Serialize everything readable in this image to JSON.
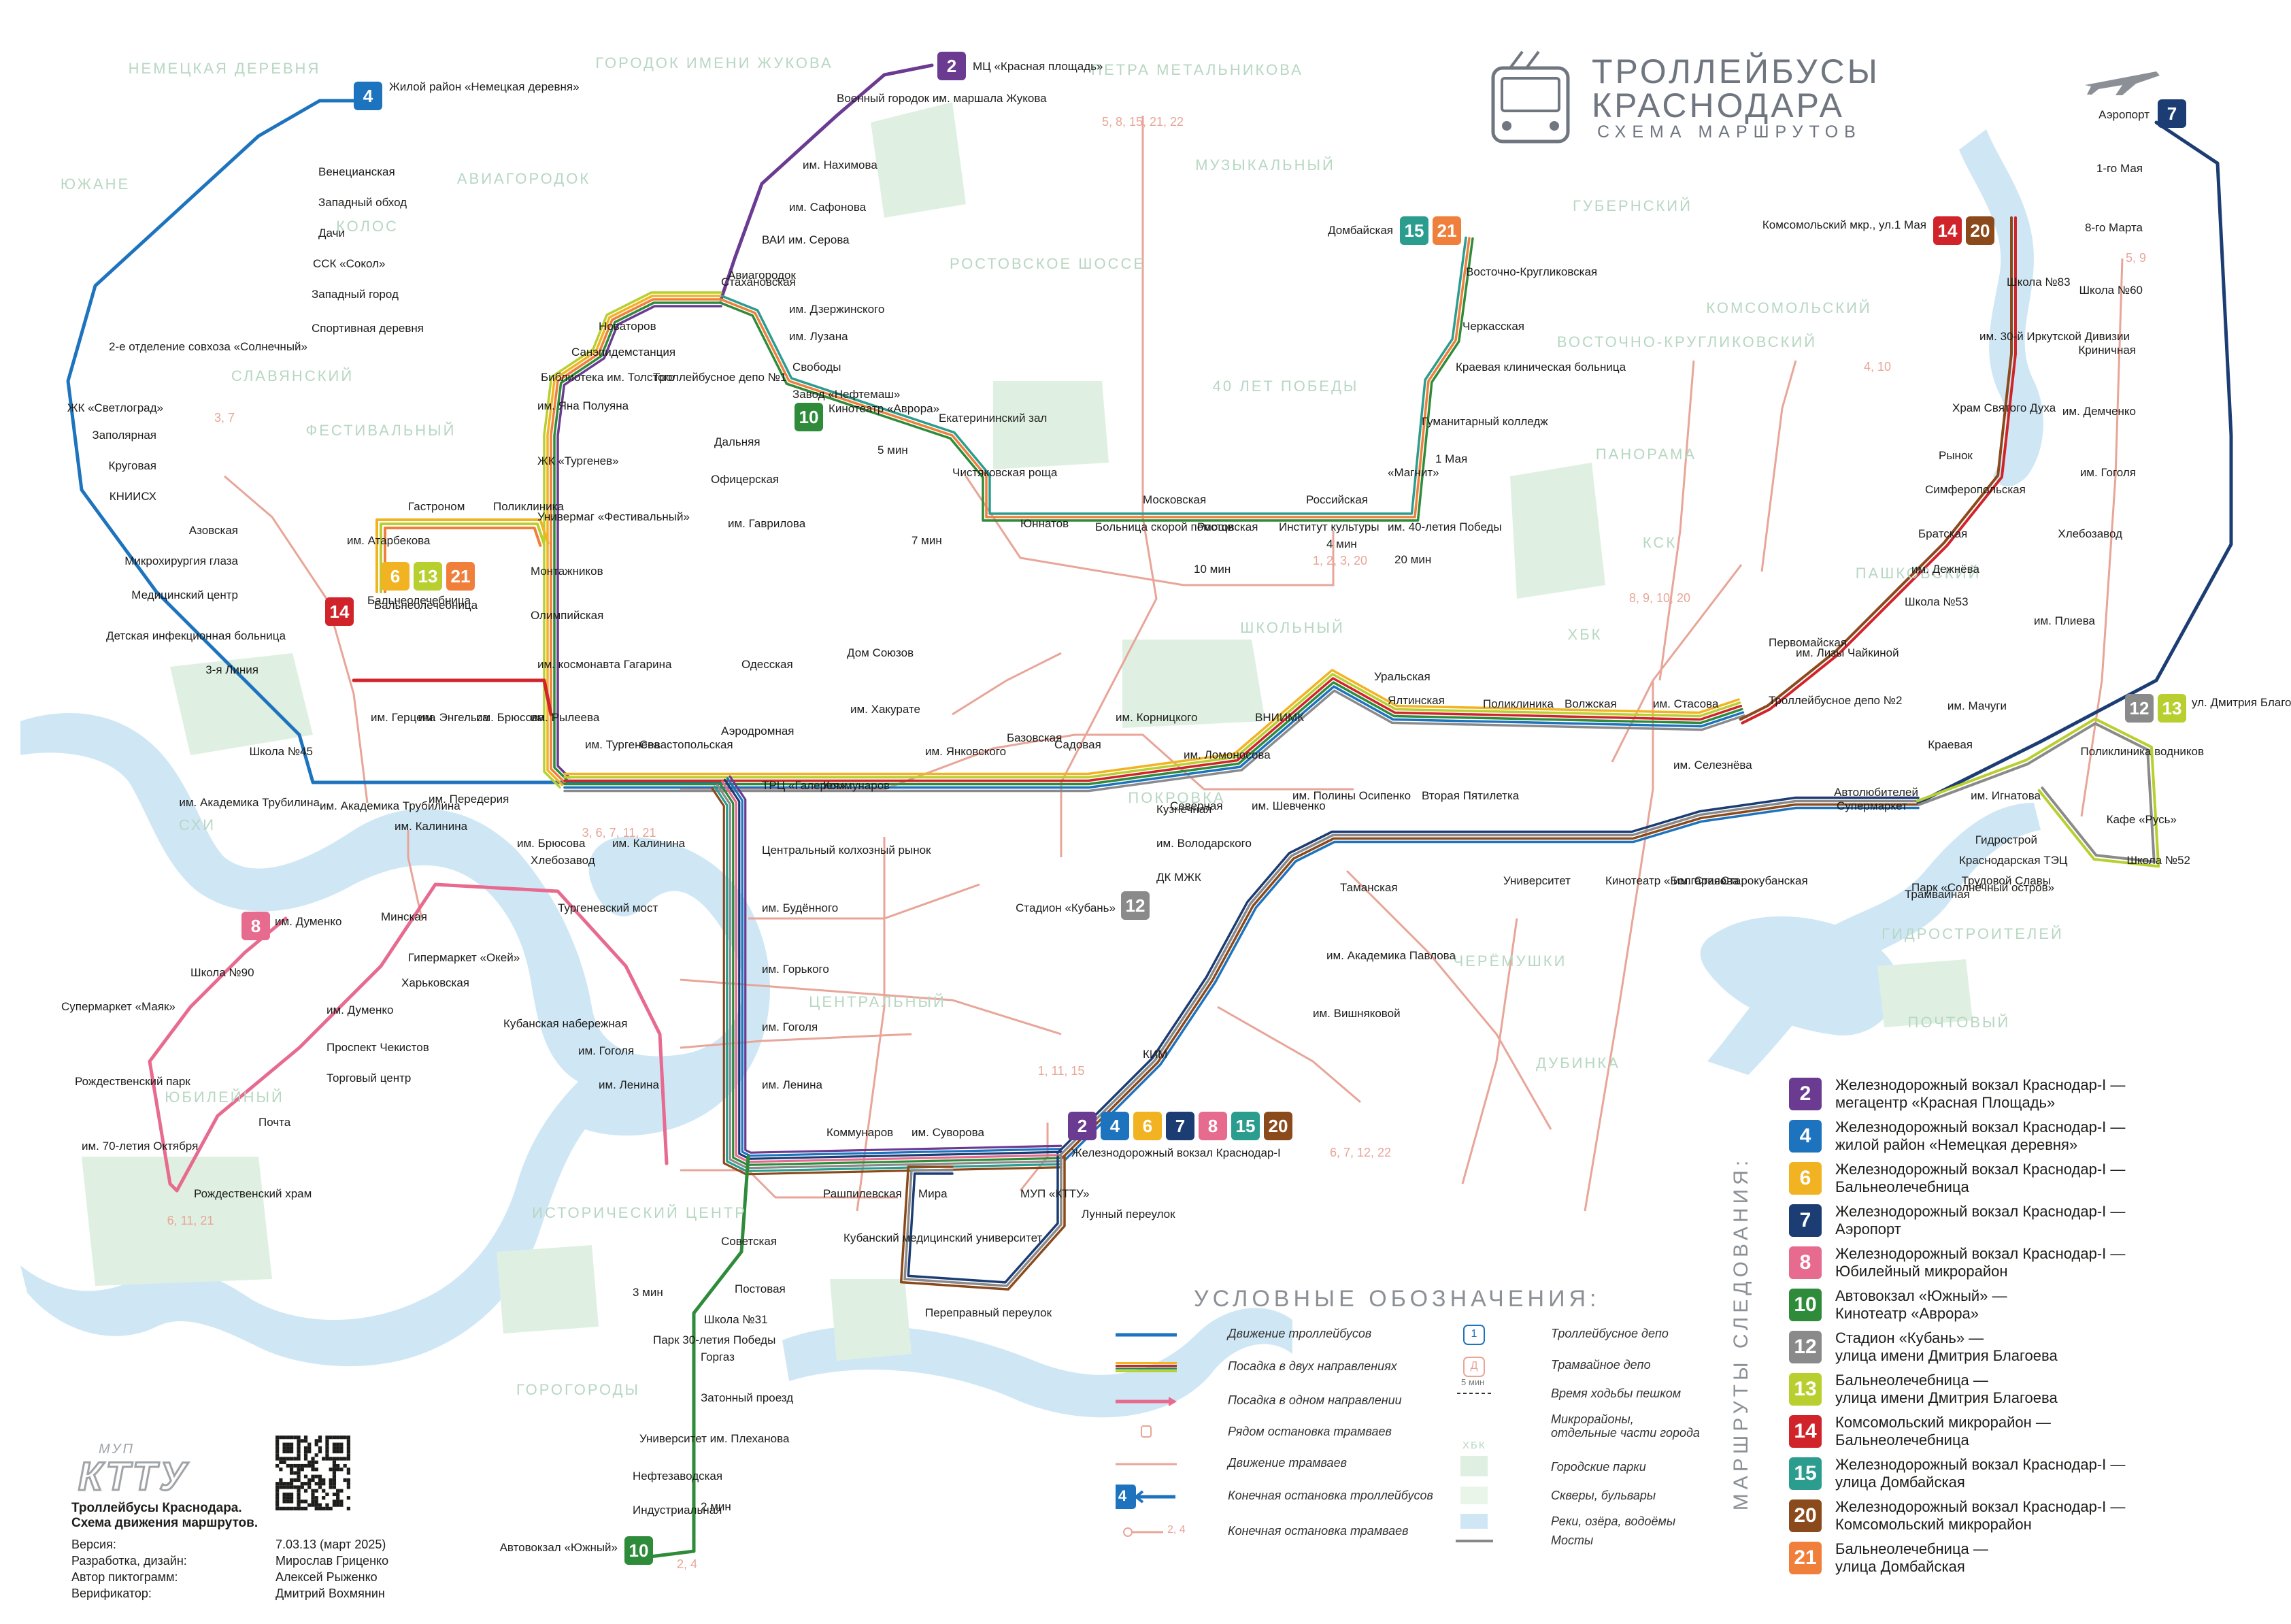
{
  "header": {
    "title_line1": "ТРОЛЛЕЙБУСЫ",
    "title_line2": "КРАСНОДАРА",
    "subtitle": "СХЕМА МАРШРУТОВ",
    "icon": "trolleybus-icon"
  },
  "colors": {
    "r2": "#6b3a91",
    "r4": "#1e73be",
    "r6": "#f2b322",
    "r7": "#1b3d73",
    "r8": "#e76a8f",
    "r10": "#2e8b3a",
    "r12": "#8a8a8a",
    "r13": "#b8cf2f",
    "r14": "#d0232a",
    "r15": "#2a9d8f",
    "r20": "#8b4a1c",
    "r21": "#f07f3c",
    "tram": "#e8a598",
    "river": "#cfe7f5",
    "park": "#dff0e2"
  },
  "routes_panel": {
    "title": "МАРШРУТЫ СЛЕДОВАНИЯ:",
    "items": [
      {
        "num": "2",
        "color": "#6b3a91",
        "desc": "Железнодорожный вокзал Краснодар-I —\nмегацентр «Красная Площадь»"
      },
      {
        "num": "4",
        "color": "#1e73be",
        "desc": "Железнодорожный вокзал Краснодар-I —\nжилой район «Немецкая деревня»"
      },
      {
        "num": "6",
        "color": "#f2b322",
        "desc": "Железнодорожный вокзал Краснодар-I —\nБальнеолечебница"
      },
      {
        "num": "7",
        "color": "#1b3d73",
        "desc": "Железнодорожный вокзал Краснодар-I —\nАэропорт"
      },
      {
        "num": "8",
        "color": "#e76a8f",
        "desc": "Железнодорожный вокзал Краснодар-I —\nЮбилейный микрорайон"
      },
      {
        "num": "10",
        "color": "#2e8b3a",
        "desc": "Автовокзал «Южный» —\nКинотеатр «Аврора»"
      },
      {
        "num": "12",
        "color": "#8a8a8a",
        "desc": "Стадион «Кубань» —\nулица имени Дмитрия Благоева"
      },
      {
        "num": "13",
        "color": "#b8cf2f",
        "desc": "Бальнеолечебница —\nулица имени Дмитрия Благоева"
      },
      {
        "num": "14",
        "color": "#d0232a",
        "desc": "Комсомольский микрорайон —\nБальнеолечебница"
      },
      {
        "num": "15",
        "color": "#2a9d8f",
        "desc": "Железнодорожный вокзал Краснодар-I —\nулица Домбайская"
      },
      {
        "num": "20",
        "color": "#8b4a1c",
        "desc": "Железнодорожный вокзал Краснодар-I —\nКомсомольский микрорайон"
      },
      {
        "num": "21",
        "color": "#f07f3c",
        "desc": "Бальнеолечебница —\nулица Домбайская"
      }
    ]
  },
  "legend": {
    "title": "УСЛОВНЫЕ ОБОЗНАЧЕНИЯ:",
    "items": [
      "Движение троллейбусов",
      "Посадка в двух направлениях",
      "Посадка в одном направлении",
      "Рядом остановка трамваев",
      "Движение трамваев",
      "Конечная остановка троллейбусов",
      "Конечная остановка трамваев",
      "Троллейбусное депо",
      "Трамвайное депо",
      "Время ходьбы пешком",
      "Микрорайоны, отдельные части города",
      "Городские парки",
      "Скверы, бульвары",
      "Реки, озёра, водоёмы",
      "Мосты"
    ],
    "walk_sample": "5 мин",
    "district_sample": "ХБК",
    "terminal_sample": "4",
    "tram_terminal_sample": "2, 4"
  },
  "info": {
    "logo": "МУП КТТУ",
    "title": "Троллейбусы Краснодара.\nСхема движения маршрутов.",
    "rows": [
      {
        "k": "Версия:",
        "v": "7.03.13 (март 2025)"
      },
      {
        "k": "Разработка, дизайн:",
        "v": "Мирослав Гриценко"
      },
      {
        "k": "Автор пиктограмм:",
        "v": "Алексей Рыженко"
      },
      {
        "k": "Верификатор:",
        "v": "Дмитрий Вохмянин"
      }
    ]
  },
  "terminals": {
    "t2": "МЦ «Красная площадь»",
    "t4": "Жилой район «Немецкая деревня»",
    "t7": "Аэропорт",
    "t1521": "Домбайская",
    "t1420": "Комсомольский мкр., ул.1 Мая",
    "t1213": "ул. Дмитрия Благоева",
    "t10a": "Кинотеатр «Аврора»",
    "t10b": "Автовокзал «Южный»",
    "t8": "им. Думенко",
    "t12": "Стадион «Кубань»",
    "t14": "Бальнеолечебница",
    "t_main": "Железнодорожный вокзал Краснодар-I",
    "b2": "2",
    "b4": "4",
    "b6": "6",
    "b7": "7",
    "b8": "8",
    "b10": "10",
    "b12": "12",
    "b13": "13",
    "b14": "14",
    "b15": "15",
    "b20": "20",
    "b21": "21"
  },
  "districts": [
    "НЕМЕЦКАЯ ДЕРЕВНЯ",
    "ЮЖАНЕ",
    "КОЛОС",
    "СЛАВЯНСКИЙ",
    "ФЕСТИВАЛЬНЫЙ",
    "АВИАГОРОДОК",
    "ГОРОДОК ИМЕНИ ЖУКОВА",
    "ПЕТРА МЕТАЛЬНИКОВА",
    "МУЗЫКАЛЬНЫЙ",
    "РОСТОВСКОЕ ШОССЕ",
    "40 ЛЕТ ПОБЕДЫ",
    "ГУБЕРНСКИЙ",
    "КОМСОМОЛЬСКИЙ",
    "ВОСТОЧНО-КРУГЛИКОВСКИЙ",
    "ПАНОРАМА",
    "ШКОЛЬНЫЙ",
    "КСК",
    "ХБК",
    "ПАШКОВСКИЙ",
    "ПОКРОВКА",
    "ЦЕНТРАЛЬНЫЙ",
    "ЧЕРЁМУШКИ",
    "ДУБИНКА",
    "ГИДРОСТРОИТЕЛЕЙ",
    "ПОЧТОВЫЙ",
    "СХИ",
    "ЮБИЛЕЙНЫЙ",
    "ИСТОРИЧЕСКИЙ ЦЕНТР",
    "ГОРОГОРОДЫ"
  ],
  "stations": {
    "r4": [
      "Венецианская",
      "Западный обход",
      "Дачи",
      "ССК «Сокол»",
      "Западный город",
      "Спортивная деревня",
      "2-е отделение совхоза «Солнечный»",
      "ЖК «Светлоград»",
      "Заполярная",
      "Круговая",
      "КНИИСХ",
      "Азовская",
      "Микрохирургия глаза",
      "Медицинский центр",
      "Детская инфекционная больница",
      "3-я Линия",
      "Школа №45",
      "им. Академика Трубилина"
    ],
    "r2": [
      "Военный городок им. маршала Жукова",
      "им. Нахимова",
      "им. Сафонова",
      "ВАИ им. Серова",
      "Авиагородок",
      "Стахановская",
      "им. Дзержинского"
    ],
    "west": [
      "Новаторов",
      "Санэпидемстанция",
      "Библиотека им. Толстого",
      "им. Яна Полуяна",
      "ЖК «Тургенев»",
      "Универмаг «Фестивальный»",
      "Монтажников",
      "Олимпийская",
      "им. космонавта Гагарина",
      "Гастроном",
      "Поликлиника",
      "им. Атарбекова",
      "Бальнеолечебница"
    ],
    "north": [
      "Троллейбусное депо №1",
      "Дальняя",
      "Офицерская",
      "им. Лузана",
      "Свободы",
      "Завод «Нефтемаш»",
      "Екатерининский зал",
      "Чистяковская роща",
      "Юннатов",
      "Больница скорой помощи",
      "Московская",
      "Ростовская",
      "Институт культуры",
      "Российская",
      "им. 40-летия Победы",
      "«Магнит»",
      "1 Мая",
      "Гуманитарный колледж",
      "Краевая клиническая больница",
      "Черкасская",
      "Восточно-Кругликовская"
    ],
    "main": [
      "им. Тургенева",
      "Севастопольская",
      "Аэродромная",
      "ТРЦ «Галерея»",
      "Коммунаров",
      "им. Янковского",
      "Базовская",
      "Садовая",
      "им. Корницкого",
      "им. Ломоносова",
      "ВНИИМК",
      "Уральская",
      "Ялтинская",
      "Поликлиника",
      "Волжская",
      "им. Стасова",
      "им. Селезнёва",
      "Троллейбусное депо №2",
      "Первомайская",
      "им. Лизы Чайкиной"
    ],
    "center": [
      "Центральный колхозный рынок",
      "им. Будённого",
      "им. Горького",
      "им. Гоголя",
      "им. Ленина",
      "Коммунаров",
      "им. Суворова",
      "Рашпилевская",
      "Мира",
      "МУП «КТТУ»",
      "Кубанский медицинский университет",
      "Лунный переулок",
      "Переправный переулок",
      "Одесская",
      "Дом Союзов",
      "им. Хакурате",
      "им. Гаврилова"
    ],
    "r10": [
      "Советская",
      "Постовая",
      "Парк 30-летия Победы",
      "Школа №31",
      "Горгаз",
      "Затонный проезд",
      "Университет им. Плеханова",
      "Нефтезаводская",
      "Индустриальная"
    ],
    "r8": [
      "Минская",
      "Гипермаркет «Окей»",
      "Харьковская",
      "им. Думенко",
      "Проспект Чекистов",
      "Торговый центр",
      "Почта",
      "Рождественский храм",
      "им. 70-летия Октября",
      "Рождественский парк",
      "Супермаркет «Маяк»",
      "Школа №90",
      "Тургеневский мост",
      "Кубанская набережная",
      "им. Гоголя",
      "им. Ленина",
      "Хлебозавод",
      "им. Брюсова",
      "им. Калинина"
    ],
    "r7": [
      "1-го Мая",
      "8-го Марта",
      "Школа №60",
      "Криничная",
      "им. Демченко",
      "им. Гоголя",
      "Хлебозавод",
      "им. Плиева",
      "им. Мачуги",
      "Краевая",
      "Автолюбителей",
      "им. Игнатова",
      "Гидрострой",
      "Трудовой Славы",
      "Кафе «Русь»",
      "Поликлиника водников",
      "Школа №52"
    ],
    "r1420": [
      "Школа №83",
      "им. 30-й Иркутской Дивизии",
      "Храм Святого Духа",
      "Рынок",
      "Симферопольская",
      "Братская",
      "им. Дежнёва",
      "Школа №53"
    ],
    "se": [
      "Северная",
      "Кузнечная",
      "им. Володарского",
      "ДК МЖК",
      "им. Шевченко",
      "им. Полины Осипенко",
      "Вторая Пятилетка",
      "Таманская",
      "им. Академика Павлова",
      "им. Вишняковой",
      "КИМ",
      "Университет",
      "Кинотеатр «Болгария»",
      "им. Стасова",
      "Старокубанская",
      "Супермаркет",
      "Парк «Солнечный остров»",
      "Трамвайная",
      "Краснодарская ТЭЦ"
    ],
    "misc": [
      "им. Герцена",
      "им. Энгельса",
      "им. Брюсова",
      "им. Рылеева",
      "им. Калинина",
      "им. Передерия",
      "им. Академика Трубилина"
    ]
  },
  "tram_labels": [
    "5, 8, 15, 21, 22",
    "3, 7",
    "8, 9, 10, 20",
    "4, 10",
    "5, 9",
    "6, 7, 12, 22",
    "1, 2, 3, 20",
    "1, 11, 15",
    "6, 11, 21",
    "2, 4",
    "3, 6, 7, 11, 21"
  ],
  "walk_times": [
    "5 мин",
    "7 мин",
    "10 мин",
    "20 мин",
    "3 мин",
    "2 мин",
    "4 мин"
  ]
}
